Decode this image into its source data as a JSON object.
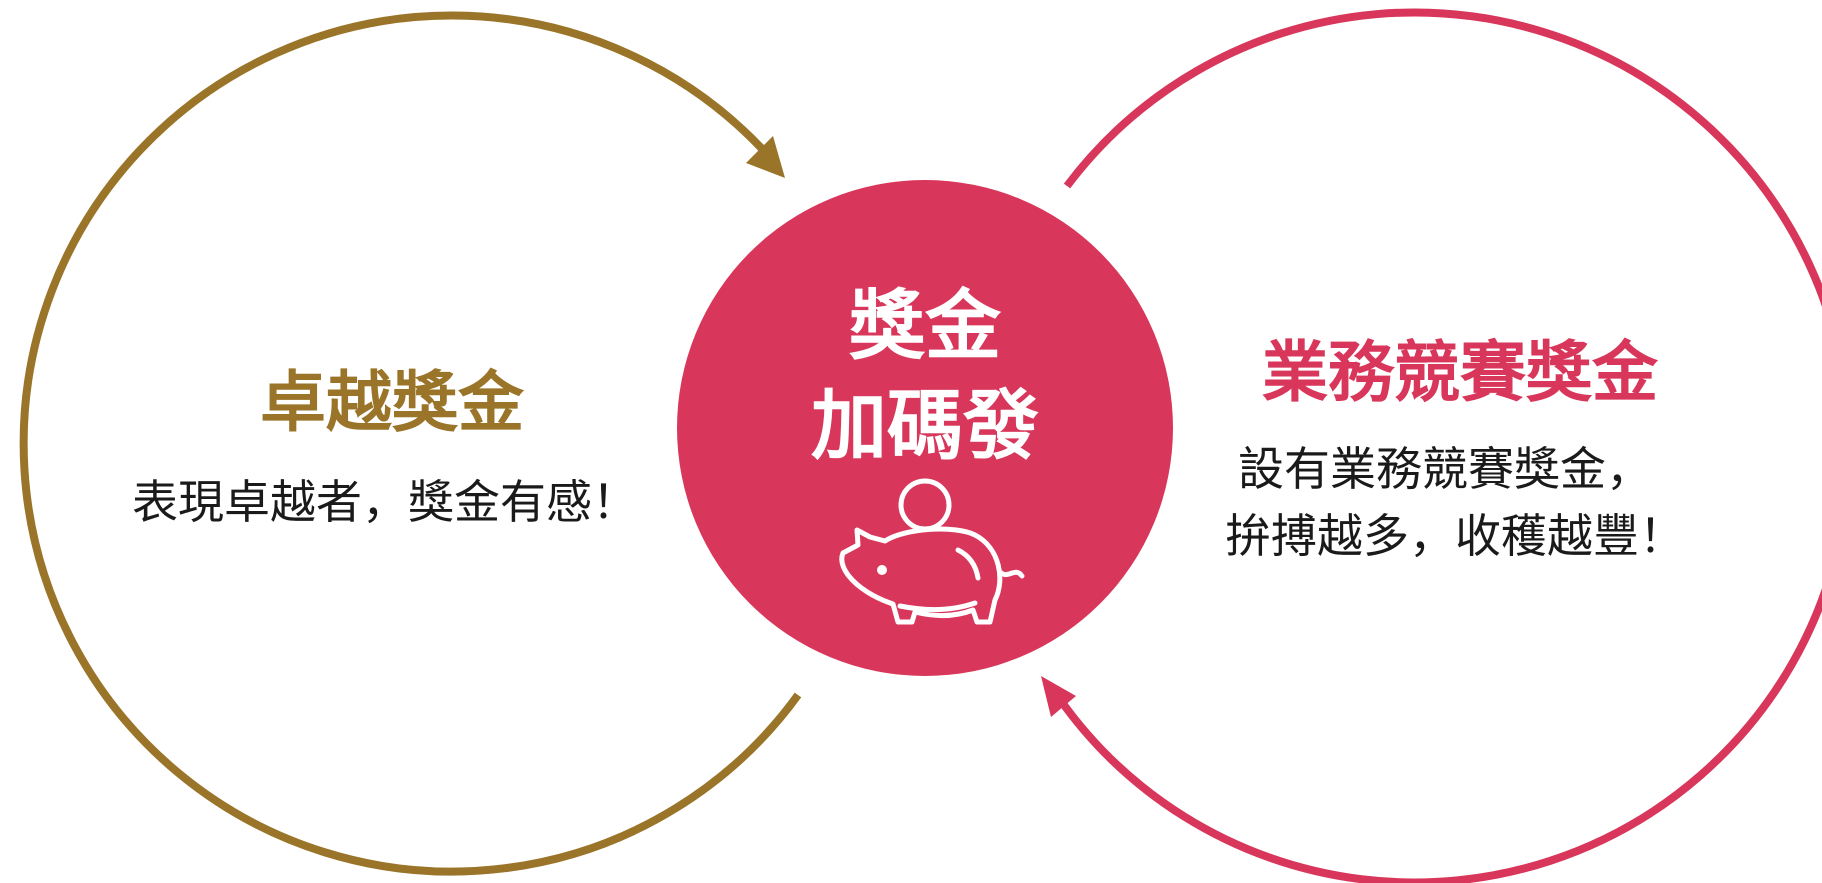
{
  "colors": {
    "gold": "#9a7428",
    "crimson": "#d8365a",
    "white": "#ffffff",
    "text": "#1a1a1a"
  },
  "left": {
    "title": "卓越獎金",
    "description": "表現卓越者，獎金有感！"
  },
  "center": {
    "line1": "獎金",
    "line2": "加碼發",
    "icon": "piggy-bank-icon"
  },
  "right": {
    "title": "業務競賽獎金",
    "description_line1": "設有業務競賽獎金，",
    "description_line2": "拚搏越多，收穫越豐！"
  }
}
